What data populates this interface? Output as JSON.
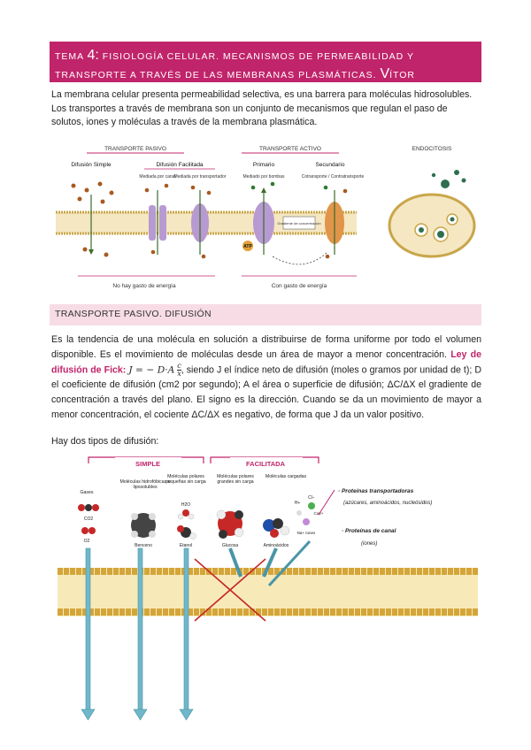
{
  "header": {
    "title_prefix": "TEMA",
    "title_number": "4:",
    "title_rest": "FISIOLOGÍA CELULAR. MECANISMOS DE PERMEABILIDAD Y TRANSPORTE A TRAVÉS DE LAS MEMBRANAS PLASMÁTICAS.",
    "author_initial": "V",
    "author_rest": "ÍTOR"
  },
  "intro": "La membrana celular presenta permeabilidad selectiva, es una barrera para moléculas hidrosolubles. Los transportes a través de membrana son un conjunto de mecanismos que regulan el paso de solutos, iones y moléculas a través de la membrana plasmática.",
  "figure1": {
    "passive_title": "TRANSPORTE PASIVO",
    "active_title": "TRANSPORTE ACTIVO",
    "endocytosis_title": "ENDOCITOSIS",
    "simple": "Difusión Simple",
    "facilitated": "Difusión Facilitada",
    "channel": "Mediada por canal",
    "transporter": "Mediada por transportador",
    "primary": "Primario",
    "secondary": "Secundario",
    "pumps": "Mediado por bombas",
    "cotransport": "Cotransporte / Contratransporte",
    "atp": "ATP",
    "gradient": "Gradiente de concentración",
    "no_energy": "No hay gasto de energía",
    "energy": "Con gasto de energía"
  },
  "section": {
    "title": "TRANSPORTE PASIVO. DIFUSIÓN"
  },
  "diffusion": {
    "p1": "Es la tendencia de una molécula en solución a distribuirse de forma uniforme por todo el volumen disponible. Es el movimiento de moléculas desde un área de mayor a menor concentración.",
    "fick_label": "Ley de difusión de Fick:",
    "formula_lhs": "J = − D·A",
    "frac_num": "c",
    "frac_den": "x",
    "p2": ", siendo J el índice neto de difusión (moles o gramos por unidad de t); D el coeficiente de difusión (cm2 por segundo); A el área o superficie de difusión; ΔC/ΔX el gradiente de concentración a través del plano. El signo es la dirección. Cuando se da un movimiento de mayor a menor concentración, el cociente ΔC/ΔX es negativo, de forma que J da un valor positivo."
  },
  "types_intro": "Hay dos tipos de difusión:",
  "figure2": {
    "simple": "SIMPLE",
    "facilitated": "FACILITADA",
    "col1": "Gases",
    "col2": "Moléculas hidrofóbicas o liposolubles",
    "col3": "Moléculas polares pequeñas sin carga",
    "col4": "Moléculas polares grandes sin carga",
    "col5": "Moléculas cargadas",
    "co2": "CO2",
    "o2": "O2",
    "benzene": "Benceno",
    "h2o": "H2O",
    "ethanol": "Etanol",
    "glucose": "Glucosa",
    "aminoacids": "Aminoácidos",
    "ions_list": "Na+ Iones",
    "h_plus": "H+",
    "cl": "Cl−",
    "ca": "Ca2+",
    "transporters": "· Proteínas transportadoras",
    "transporters_detail": "(azúcares, aminoácidos, nucleósidos)",
    "channels": "· Proteínas de canal",
    "channels_detail": "(iones)"
  }
}
